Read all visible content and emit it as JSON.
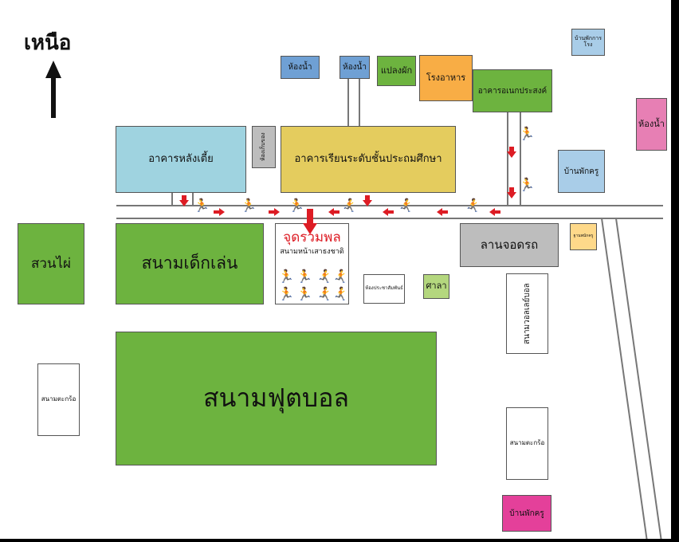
{
  "compass": {
    "label": "เหนือ",
    "icon": "north-arrow-icon"
  },
  "buildings": {
    "toilet_top_left": "ห้องน้ำ",
    "toilet_top_middle": "ห้องน้ำ",
    "vegetable_plot": "แปลงผัก",
    "canteen": "โรงอาหาร",
    "multipurpose": "อาคารอเนกประสงค์",
    "janitor_house": "บ้านพักการโรง",
    "toilet_right": "ห้องน้ำ",
    "old_building": "อาคารหลังเตี้ย",
    "storage_room": "ห้องเก็บของ",
    "primary_building": "อาคารเรียนระดับชั้นประถมศึกษา",
    "teacher_house_right": "บ้านพักครู",
    "bamboo_garden": "สวนไผ่",
    "playground": "สนามเด็กเล่น",
    "parking": "ลานจอดรถ",
    "teacher_small": "ฐานพนักครู",
    "pavilion": "ศาลา",
    "pr_room": "ห้องประชาสัมพันธ์",
    "volleyball": "สนามวอลเลย์บอล",
    "football": "สนามฟุตบอล",
    "takraw_left": "สนามตะกร้อ",
    "takraw_right": "สนามตะกร้อ",
    "teacher_house_bottom": "บ้านพักครู"
  },
  "assembly": {
    "title": "จุดรวมพล",
    "subtitle": "สนามหน้าเสาธงชาติ"
  },
  "colors": {
    "light_blue": "#9fd3e0",
    "green": "#6db33f",
    "orange": "#f8ad45",
    "yellow": "#e4cc5e",
    "pink": "#e77fb4",
    "magenta": "#e4409a",
    "gray": "#bdbdbd",
    "light_green": "#b4d77e",
    "pale_yellow": "#fed98a",
    "steel_blue": "#6fa0d4",
    "pale_blue": "#a9cde8",
    "arrow_red": "#dd1c24"
  }
}
